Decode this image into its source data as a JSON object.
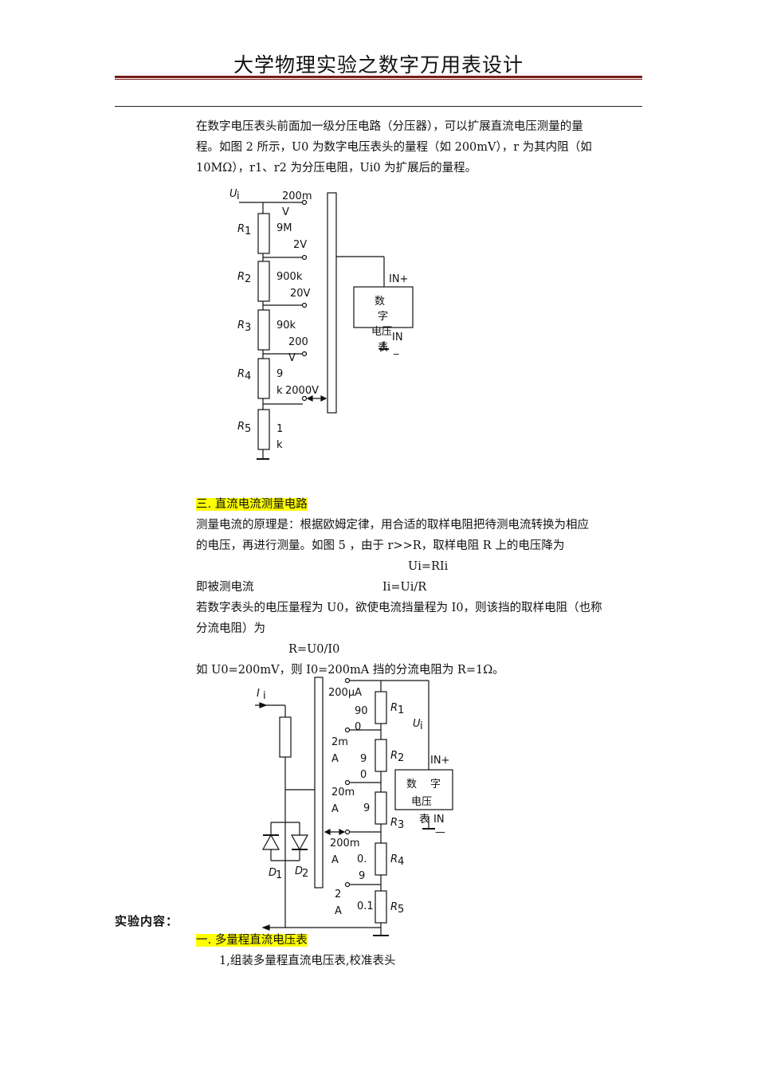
{
  "header": {
    "title": "大学物理实验之数字万用表设计"
  },
  "intro": {
    "lines": [
      "在数字电压表头前面加一级分压电路（分压器），可以扩展直流电压测量的量",
      "程。如图 2 所示，U0 为数字电压表头的量程（如 200mV），r 为其内阻（如",
      "10MΩ），r1、r2 为分压电阻，Ui0 为扩展后的量程。"
    ]
  },
  "figure1": {
    "input_label": "U",
    "input_sub": "i",
    "ranges": [
      "200m",
      "V",
      "2V",
      "20V",
      "200",
      "V",
      "2000V"
    ],
    "resistor_names": [
      "R",
      "R",
      "R",
      "R",
      "R"
    ],
    "resistor_subs": [
      "1",
      "2",
      "3",
      "4",
      "5"
    ],
    "resistor_values": [
      "9M",
      "900k",
      "90k",
      "9",
      "k",
      "1",
      "k"
    ],
    "meter_chars": [
      "数",
      "字",
      "电压",
      "表"
    ],
    "in_plus": "IN+",
    "in_minus": "IN",
    "in_minus_bar": "_"
  },
  "section3": {
    "heading": "三. 直流电流测量电路",
    "lines": [
      "测量电流的原理是：根据欧姆定律，用合适的取样电阻把待测电流转换为相应",
      "的电压，再进行测量。如图 5 ，由于 r>>R，取样电阻 R 上的电压降为"
    ],
    "formula1": "Ui=RIi",
    "current_label": "即被测电流",
    "formula2": "Ii=Ui/R",
    "lines2": [
      "若数字表头的电压量程为 U0，欲使电流挡量程为 I0，则该挡的取样电阻（也称",
      "分流电阻）为"
    ],
    "formula3": "R=U0/I0",
    "example": "如 U0=200mV，则 I0=200mA 挡的分流电阻为 R=1Ω。"
  },
  "figure2": {
    "input_label": "I",
    "input_sub": "i",
    "ranges": [
      "200μA",
      "2m",
      "A",
      "20m",
      "A",
      "200m",
      "A",
      "2",
      "A"
    ],
    "resistor_values": [
      "90",
      "0",
      "9",
      "0",
      "9",
      "0.",
      "9",
      "0.1"
    ],
    "resistor_names": [
      "R",
      "R",
      "R",
      "R",
      "R"
    ],
    "resistor_subs": [
      "1",
      "2",
      "3",
      "4",
      "5"
    ],
    "ui_label": "U",
    "ui_sub": "i",
    "meter_chars": [
      "数",
      "字",
      "电压",
      "表"
    ],
    "in_plus": "IN+",
    "in_minus": "IN",
    "in_minus_bar": "—",
    "diode_names": [
      "D",
      "D"
    ],
    "diode_subs": [
      "1",
      "2"
    ]
  },
  "experiment": {
    "heading": "实验内容：",
    "sub_heading": "一. 多量程直流电压表",
    "step1": "1,组装多量程直流电压表,校准表头"
  },
  "colors": {
    "highlight": "#ffff00",
    "header_rule": "#7a1c1c"
  }
}
